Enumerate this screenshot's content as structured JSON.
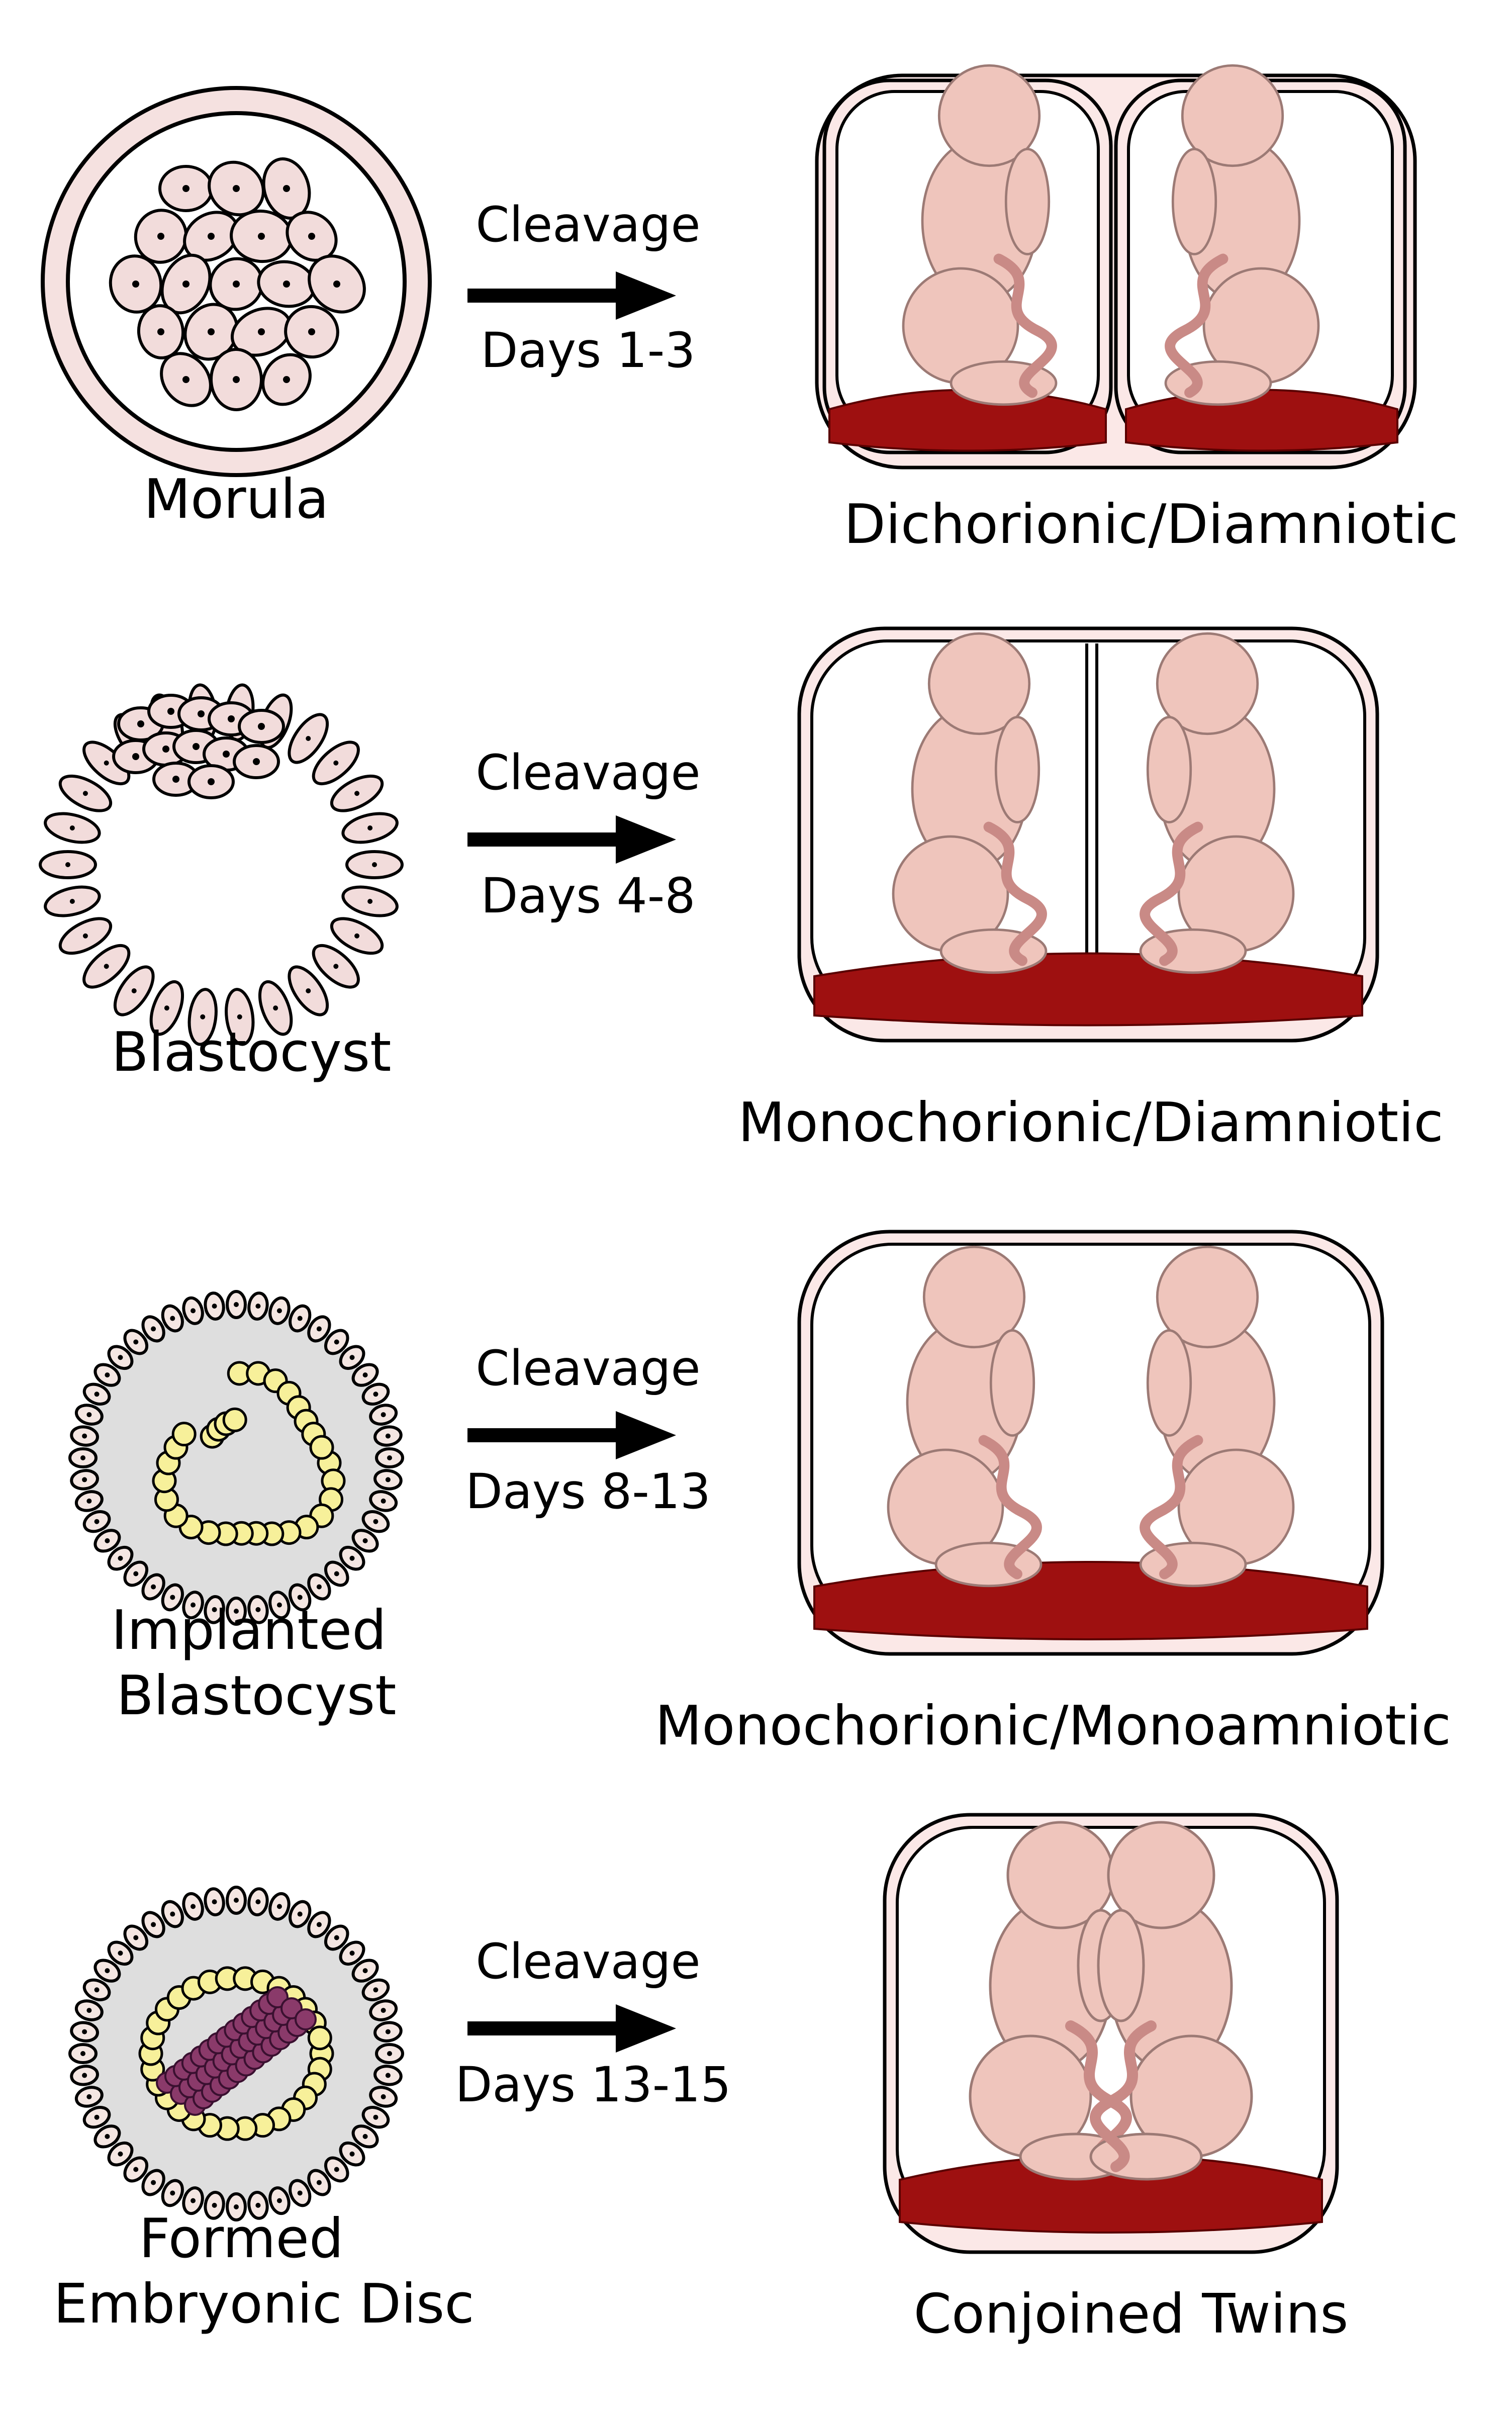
{
  "rows": [
    {
      "stage": {
        "lines": [
          "Morula"
        ],
        "kind": "morula"
      },
      "arrow": {
        "top": "Cleavage",
        "bottom": "Days 1-3"
      },
      "outcome": {
        "label": "Dichorionic/Diamniotic",
        "kind": "dichorionic"
      }
    },
    {
      "stage": {
        "lines": [
          "Blastocyst"
        ],
        "kind": "blastocyst"
      },
      "arrow": {
        "top": "Cleavage",
        "bottom": "Days 4-8"
      },
      "outcome": {
        "label": "Monochorionic/Diamniotic",
        "kind": "mono-di"
      }
    },
    {
      "stage": {
        "lines": [
          "Implanted",
          "Blastocyst"
        ],
        "kind": "implanted"
      },
      "arrow": {
        "top": "Cleavage",
        "bottom": "Days 8-13"
      },
      "outcome": {
        "label": "Monochorionic/Monoamniotic",
        "kind": "mono-mono"
      }
    },
    {
      "stage": {
        "lines": [
          "Formed",
          "Embryonic Disc"
        ],
        "kind": "disc"
      },
      "arrow": {
        "top": "Cleavage",
        "bottom": "Days 13-15"
      },
      "outcome": {
        "label": "Conjoined Twins",
        "kind": "conjoined"
      }
    }
  ],
  "colors": {
    "cell_fill": "#f2dcdb",
    "cell_stroke": "#000000",
    "zona": "#f5e1e0",
    "gray": "#dedede",
    "yolk": "#f7f09a",
    "disc": "#8a3a6a",
    "fetus": "#efc5bc",
    "fetus_stroke": "#9c7a75",
    "placenta": "#9e1010",
    "cord": "#c98a86",
    "sac": "#fbe8e7"
  }
}
